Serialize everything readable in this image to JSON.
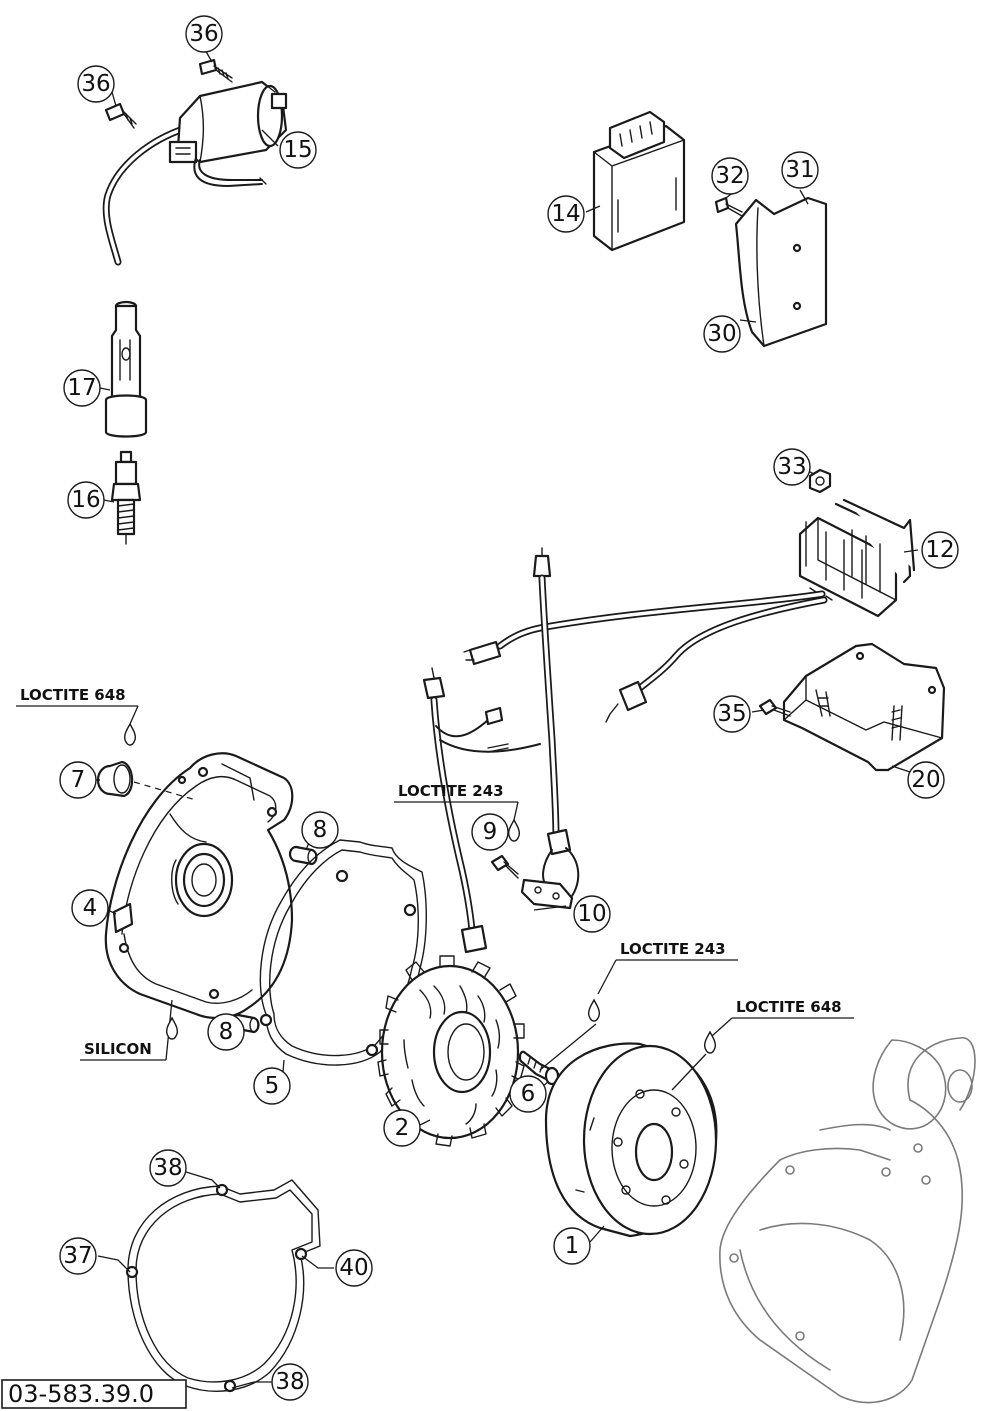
{
  "diagram_ref": "03-583.39.0",
  "notes": {
    "loctite_648_left": "LOCTITE 648",
    "loctite_243_mid": "LOCTITE 243",
    "loctite_243_right": "LOCTITE 243",
    "loctite_648_right": "LOCTITE 648",
    "silicon": "SILICON"
  },
  "callouts": {
    "c36a": "36",
    "c36b": "36",
    "c15": "15",
    "c14": "14",
    "c32": "32",
    "c31": "31",
    "c30": "30",
    "c17": "17",
    "c16": "16",
    "c33": "33",
    "c12": "12",
    "c35": "35",
    "c20": "20",
    "c7": "7",
    "c8a": "8",
    "c8b": "8",
    "c4": "4",
    "c9": "9",
    "c10": "10",
    "c5": "5",
    "c2": "2",
    "c6": "6",
    "c1": "1",
    "c38a": "38",
    "c37": "37",
    "c40": "40",
    "c38b": "38"
  }
}
